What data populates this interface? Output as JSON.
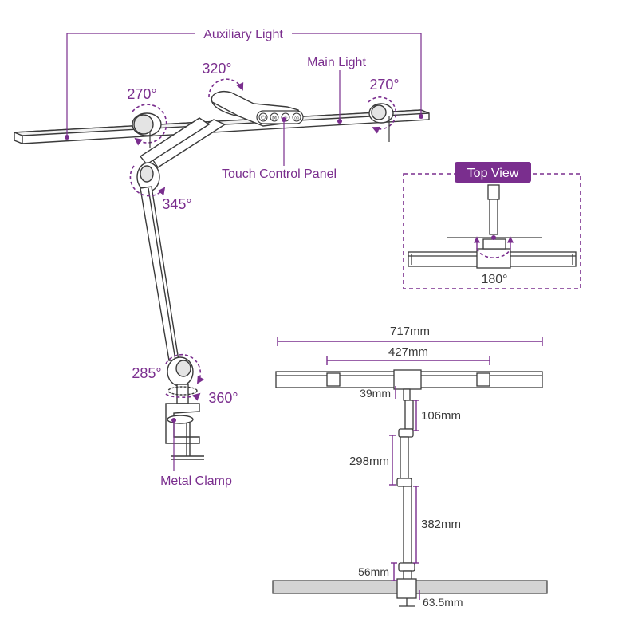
{
  "colors": {
    "accent": "#7a2e8e",
    "line": "#3a3a3a",
    "body": "#ffffff",
    "shadow": "#dcdcdc",
    "dash": "#7a2e8e",
    "tab_text": "#ffffff",
    "surface": "#d4d4d4"
  },
  "labels": {
    "auxiliary_light": "Auxiliary Light",
    "main_light": "Main Light",
    "touch_control_panel": "Touch Control Panel",
    "metal_clamp": "Metal Clamp",
    "top_view": "Top View"
  },
  "panel_buttons": [
    "⏻",
    "M",
    "☼",
    "◎"
  ],
  "angles": {
    "left_head": "270°",
    "top_joint": "320°",
    "right_head": "270°",
    "upper_elbow": "345°",
    "lower_elbow": "285°",
    "base_rotation": "360°",
    "top_view_rotation": "180°"
  },
  "dimensions": {
    "total_width": "717mm",
    "main_width": "427mm",
    "head_offset": "39mm",
    "upper_arm": "106mm",
    "middle_arm": "298mm",
    "lower_arm": "382mm",
    "base_post": "56mm",
    "clamp_depth": "63.5mm"
  }
}
